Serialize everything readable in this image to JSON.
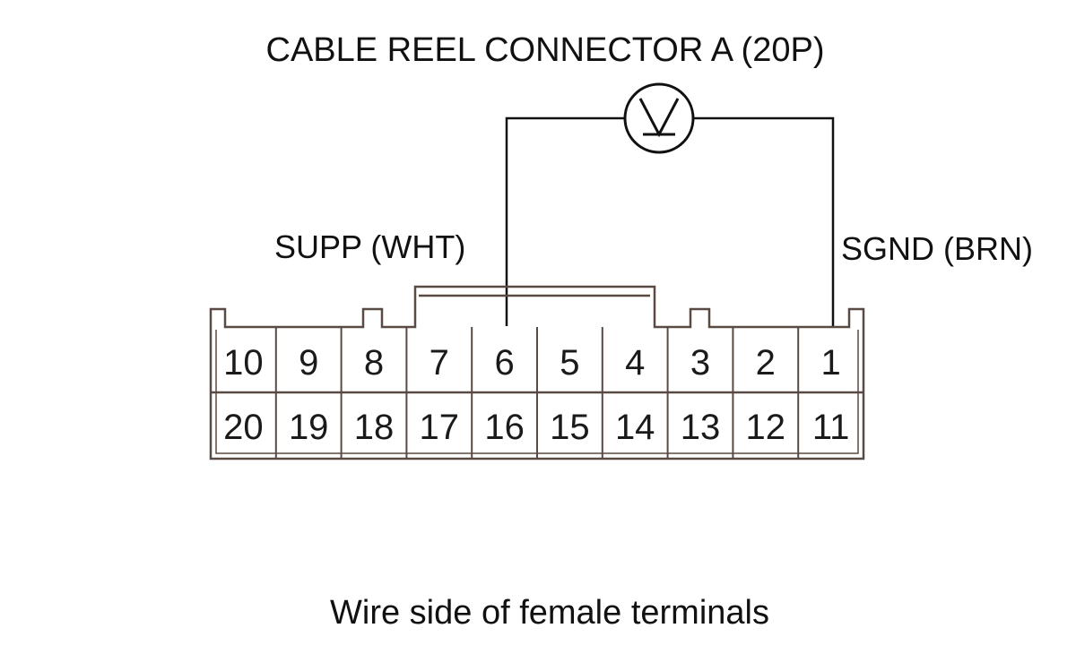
{
  "title": "CABLE REEL CONNECTOR A (20P)",
  "meter": {
    "symbol": "V",
    "icon": "voltmeter-icon"
  },
  "wires": {
    "supp": {
      "label": "SUPP (WHT)",
      "pin": 6
    },
    "sgnd": {
      "label": "SGND (BRN)",
      "pin": 1
    }
  },
  "connector": {
    "top_row": [
      "10",
      "9",
      "8",
      "7",
      "6",
      "5",
      "4",
      "3",
      "2",
      "1"
    ],
    "bottom_row": [
      "20",
      "19",
      "18",
      "17",
      "16",
      "15",
      "14",
      "13",
      "12",
      "11"
    ]
  },
  "caption": "Wire side of female terminals",
  "colors": {
    "ink": "#111111",
    "connector_outline": "#5a4a44"
  }
}
